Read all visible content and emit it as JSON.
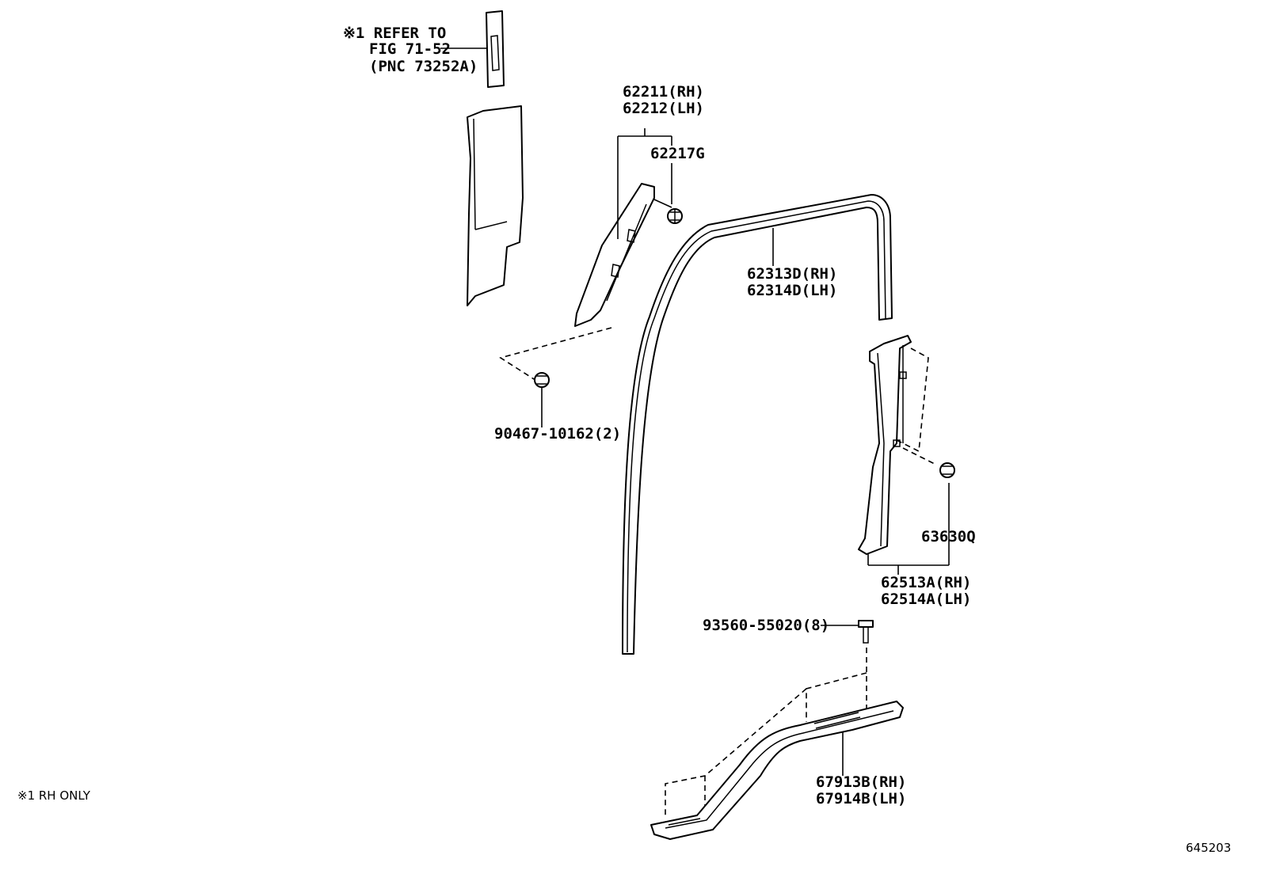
{
  "note_refer": {
    "line1": "※1 REFER TO",
    "line2": "FIG 71-52",
    "line3": "(PNC 73252A)"
  },
  "labels": {
    "p62211": "62211(RH)",
    "p62212": "62212(LH)",
    "p62217g": "62217G",
    "p62313d": "62313D(RH)",
    "p62314d": "62314D(LH)",
    "p90467": "90467-10162(2)",
    "p63630q": "63630Q",
    "p62513a": "62513A(RH)",
    "p62514a": "62514A(LH)",
    "p93560": "93560-55020(8)",
    "p67913b": "67913B(RH)",
    "p67914b": "67914B(LH)"
  },
  "footnote": "※1 RH ONLY",
  "figure_number": "645203"
}
